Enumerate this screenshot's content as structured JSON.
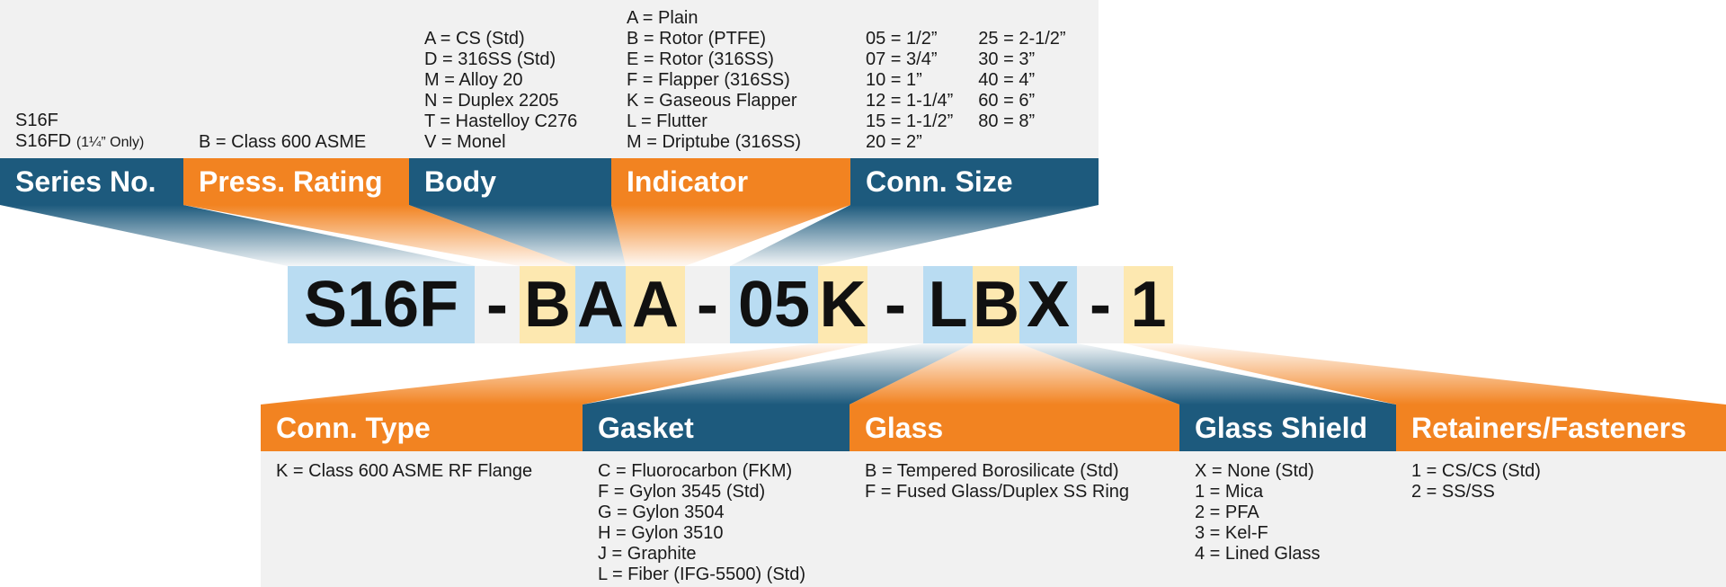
{
  "colors": {
    "header_blue": "#1d5a7d",
    "header_orange": "#f28321",
    "code_blue": "#b9dcf2",
    "code_yellow": "#fde8b0",
    "panel_gray": "#f1f1f1"
  },
  "top_sections": [
    {
      "label": "Series No.",
      "color": "blue",
      "options": [
        "S16F",
        "S16FD"
      ],
      "note": "(1¼” Only)"
    },
    {
      "label": "Press. Rating",
      "color": "orange",
      "options": [
        "B = Class 600 ASME"
      ]
    },
    {
      "label": "Body",
      "color": "blue",
      "options": [
        "A = CS (Std)",
        "D = 316SS (Std)",
        "M = Alloy 20",
        "N = Duplex 2205",
        "T = Hastelloy C276",
        "V = Monel"
      ]
    },
    {
      "label": "Indicator",
      "color": "orange",
      "options": [
        "A = Plain",
        "B = Rotor (PTFE)",
        "E = Rotor (316SS)",
        "F = Flapper (316SS)",
        "K = Gaseous Flapper",
        "L  = Flutter",
        "M = Driptube (316SS)"
      ]
    },
    {
      "label": "Conn. Size",
      "color": "blue",
      "col1": [
        "05 = 1/2”",
        "07 = 3/4”",
        "10 = 1”",
        "12 = 1-1/4”",
        "15 = 1-1/2”",
        "20 = 2”"
      ],
      "col2": [
        "25 = 2-1/2”",
        "30 = 3”",
        "40 = 4”",
        "60 = 6”",
        "80 = 8”"
      ]
    }
  ],
  "code": {
    "chars": [
      "S16F",
      "-",
      "B",
      "A",
      "A",
      "-",
      "05",
      "K",
      "-",
      "L",
      "B",
      "X",
      "-",
      "1"
    ]
  },
  "bottom_sections": [
    {
      "label": "Conn. Type",
      "color": "orange",
      "options": [
        "K = Class 600 ASME RF Flange"
      ]
    },
    {
      "label": "Gasket",
      "color": "blue",
      "options": [
        "C = Fluorocarbon (FKM)",
        "F = Gylon 3545 (Std)",
        "G = Gylon 3504",
        "H = Gylon 3510",
        "J  = Graphite",
        "L  = Fiber (IFG-5500) (Std)"
      ]
    },
    {
      "label": "Glass",
      "color": "orange",
      "options": [
        "B = Tempered Borosilicate (Std)",
        "F = Fused Glass/Duplex SS Ring"
      ]
    },
    {
      "label": "Glass Shield",
      "color": "blue",
      "options": [
        "X = None (Std)",
        "1 = Mica",
        "2 = PFA",
        "3 = Kel-F",
        "4 = Lined Glass"
      ]
    },
    {
      "label": "Retainers/Fasteners",
      "color": "orange",
      "options": [
        "1 = CS/CS (Std)",
        "2 = SS/SS"
      ]
    }
  ]
}
